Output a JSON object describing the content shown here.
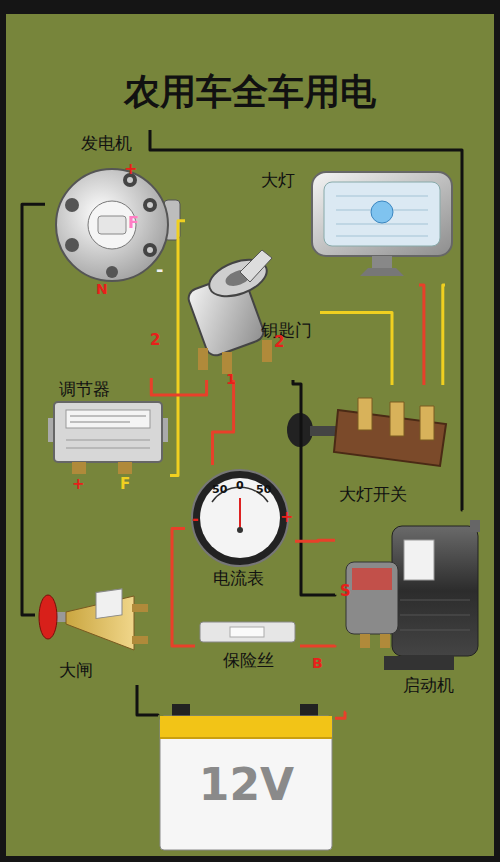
{
  "diagram": {
    "title": "农用车全车用电",
    "nodes": [
      {
        "text": [
          "发电机"
        ]
      },
      {
        "text": [
          "大灯"
        ]
      },
      {
        "text": [
          "钥匙门"
        ]
      },
      {
        "text": [
          "调节器"
        ]
      },
      {
        "text": [
          "大灯开关"
        ]
      },
      {
        "text": [
          "电流表"
        ]
      },
      {
        "text": [
          "大闸"
        ]
      },
      {
        "text": [
          "保险丝"
        ]
      },
      {
        "text": [
          "启动机"
        ]
      },
      {
        "text": [
          "12V"
        ]
      }
    ],
    "edges": [
      {
        "from": 0,
        "to": 8,
        "arrow": "none"
      },
      {
        "from": 0,
        "to": 3,
        "arrow": "none"
      },
      {
        "from": 0,
        "to": 6,
        "arrow": "none"
      },
      {
        "from": 2,
        "to": 3,
        "arrow": "none"
      },
      {
        "from": 2,
        "to": 5,
        "arrow": "none"
      },
      {
        "from": 2,
        "to": 8,
        "arrow": "none"
      },
      {
        "from": 2,
        "to": 4,
        "arrow": "none"
      },
      {
        "from": 4,
        "to": 1,
        "arrow": "none"
      },
      {
        "from": 4,
        "to": 1,
        "arrow": "none"
      },
      {
        "from": 5,
        "to": 7,
        "arrow": "none"
      },
      {
        "from": 5,
        "to": 8,
        "arrow": "none"
      },
      {
        "from": 7,
        "to": 8,
        "arrow": "none"
      },
      {
        "from": 6,
        "to": 9,
        "arrow": "none"
      },
      {
        "from": 9,
        "to": 8,
        "arrow": "none"
      }
    ],
    "labels": [
      "+",
      "F",
      "-",
      "N",
      "2",
      "2",
      "1",
      "+",
      "F",
      "50",
      "0",
      "50",
      "-",
      "+",
      "S",
      "B"
    ]
  }
}
